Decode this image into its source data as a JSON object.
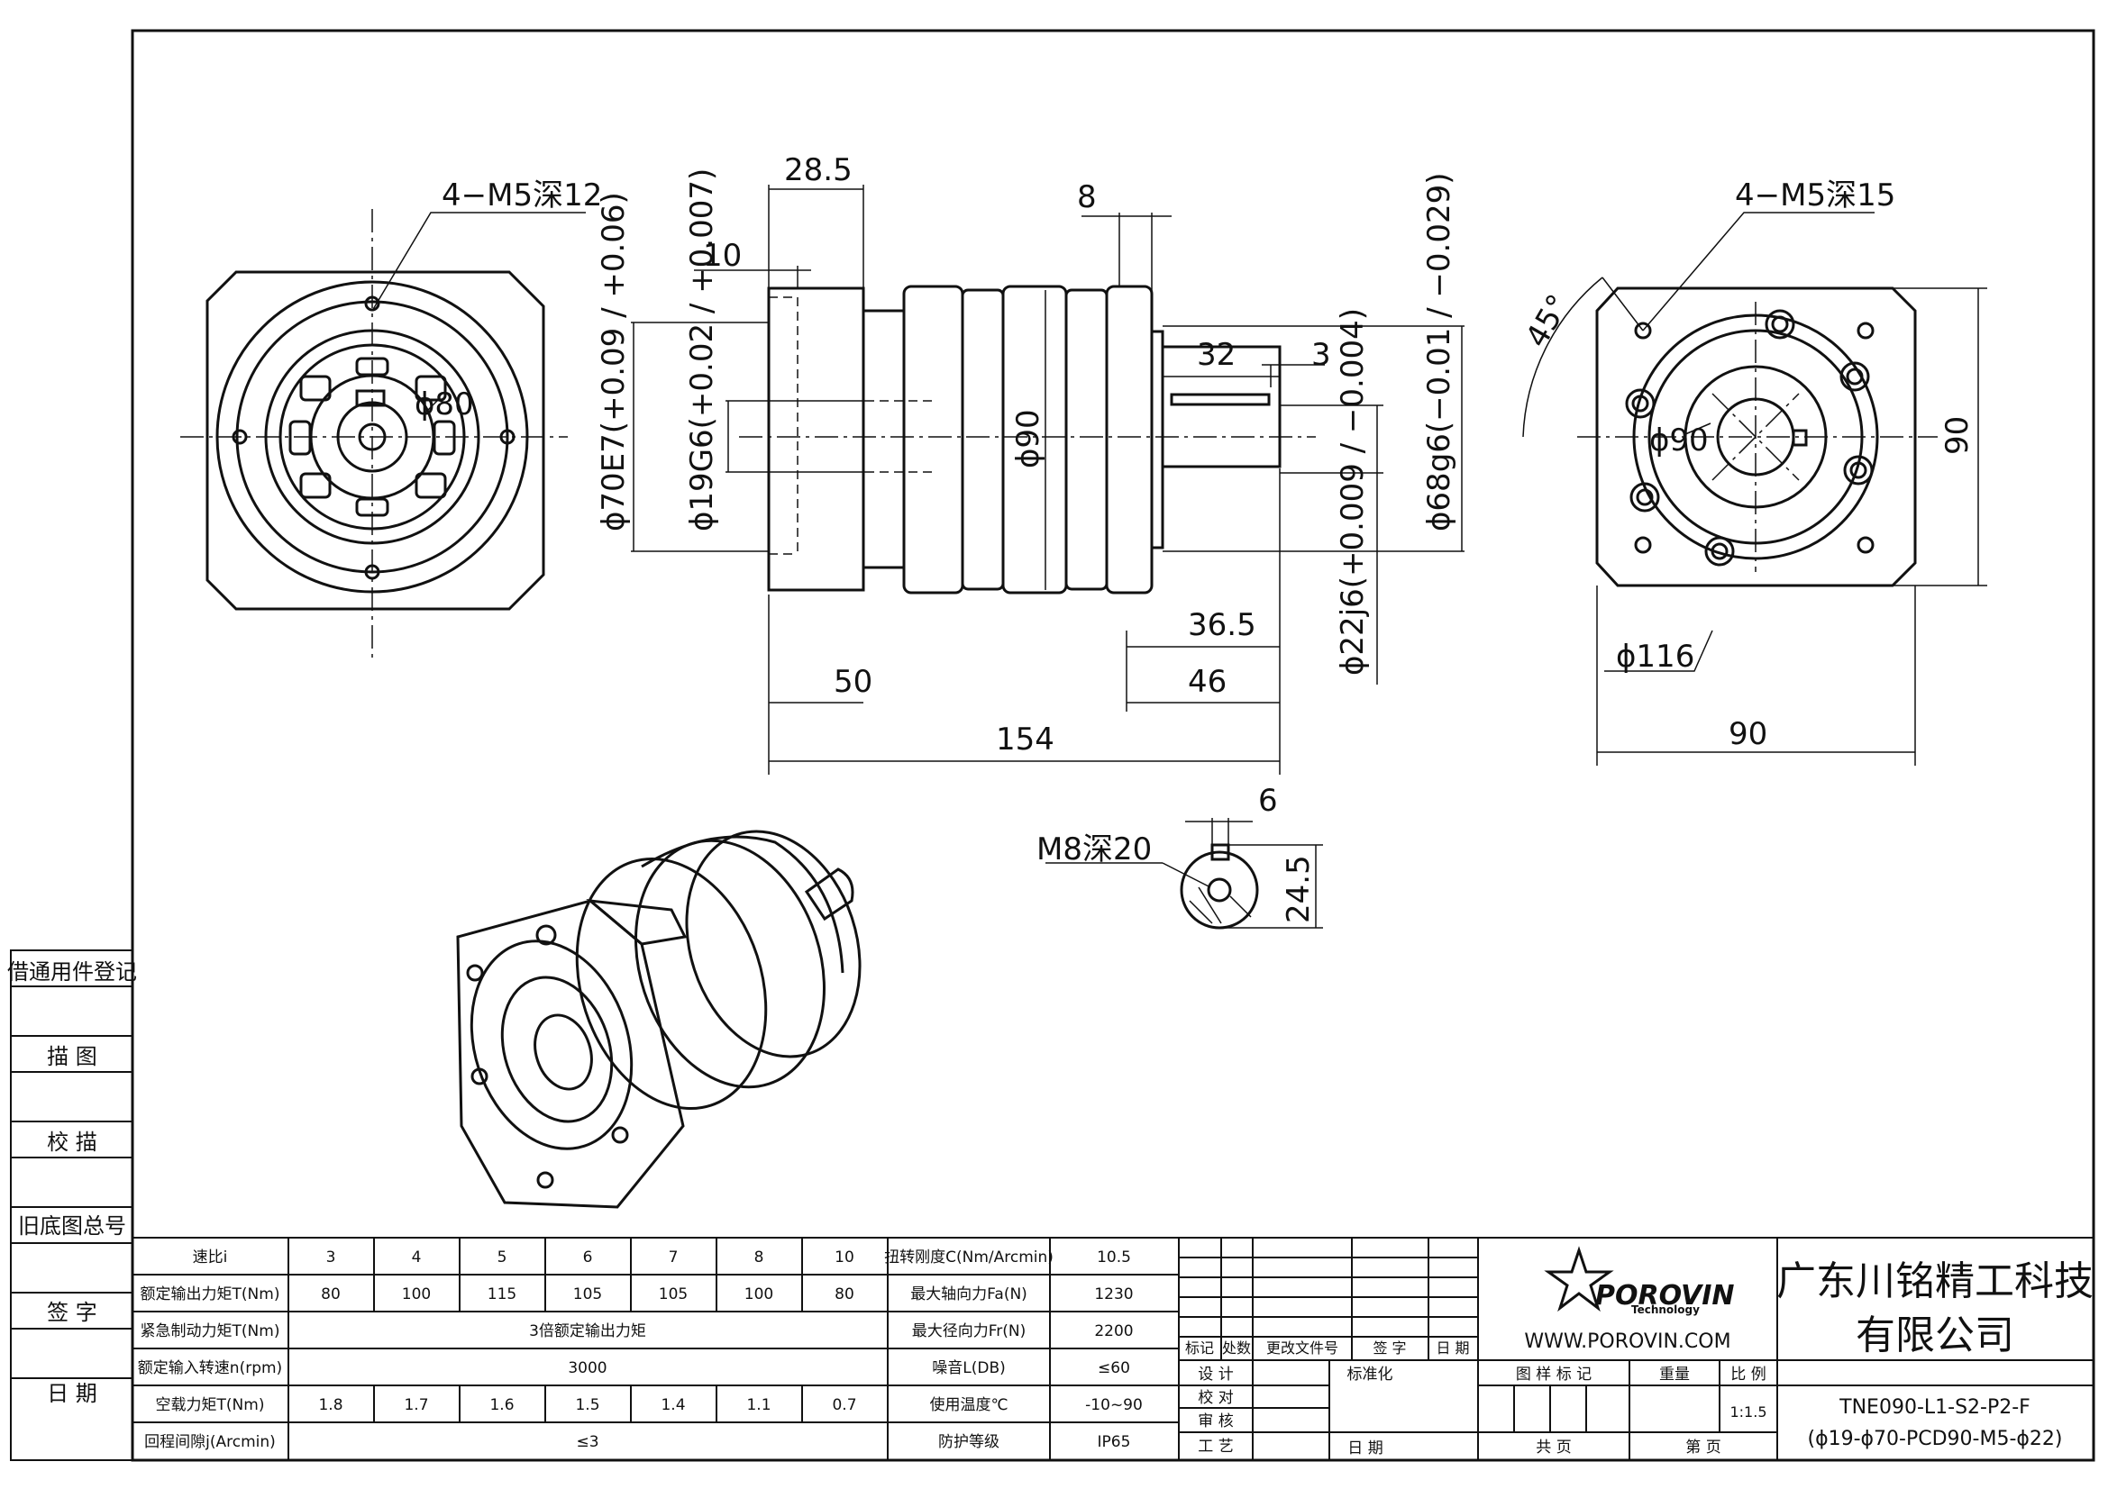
{
  "dims": {
    "top_left_label": "4−M5深12",
    "pcd_front": "ϕ80",
    "len_28_5": "28.5",
    "len_10": "10",
    "len_8": "8",
    "len_32": "32",
    "len_3": "3",
    "len_36_5": "36.5",
    "len_50": "50",
    "len_46": "46",
    "len_154": "154",
    "dia_70": "ϕ70E7(+0.09 / +0.06)",
    "dia_19": "ϕ19G6(+0.02 / +0.007)",
    "dia_90_body": "ϕ90",
    "dia_22": "ϕ22j6(+0.009 / −0.004)",
    "dia_68": "ϕ68g6(−0.01 / −0.029)",
    "top_right_label": "4−M5深15",
    "angle_45": "45°",
    "pcd_rear": "ϕ90",
    "square_90_v": "90",
    "square_90_h": "90",
    "dia_116": "ϕ116",
    "key_6": "6",
    "thread_m8": "M8深20",
    "key_24_5": "24.5"
  },
  "side_panel": [
    "借通用件登记",
    "描 图",
    "校 描",
    "旧底图总号",
    "签 字",
    "日 期"
  ],
  "spec_table": {
    "rows": [
      {
        "label": "速比i",
        "values": [
          "3",
          "4",
          "5",
          "6",
          "7",
          "8",
          "10"
        ]
      },
      {
        "label": "额定输出力矩T(Nm)",
        "values": [
          "80",
          "100",
          "115",
          "105",
          "105",
          "100",
          "80"
        ]
      },
      {
        "label": "紧急制动力矩T(Nm)",
        "merged": "3倍额定输出力矩"
      },
      {
        "label": "额定输入转速n(rpm)",
        "merged": "3000"
      },
      {
        "label": "空载力矩T(Nm)",
        "values": [
          "1.8",
          "1.7",
          "1.6",
          "1.5",
          "1.4",
          "1.1",
          "0.7"
        ]
      },
      {
        "label": "回程间隙j(Arcmin)",
        "merged": "≤3"
      }
    ],
    "extra": [
      {
        "label": "扭转刚度C(Nm/Arcmin)",
        "value": "10.5"
      },
      {
        "label": "最大轴向力Fa(N)",
        "value": "1230"
      },
      {
        "label": "最大径向力Fr(N)",
        "value": "2200"
      },
      {
        "label": "噪音L(DB)",
        "value": "≤60"
      },
      {
        "label": "使用温度℃",
        "value": "-10~90"
      },
      {
        "label": "防护等级",
        "value": "IP65"
      }
    ]
  },
  "revision_block": {
    "headers": [
      "标记",
      "处数",
      "更改文件号",
      "签 字",
      "日 期"
    ],
    "rows": [
      "设 计",
      "校 对",
      "审 核",
      "工 艺"
    ],
    "standardization": "标准化",
    "date": "日 期"
  },
  "title_block": {
    "logo_text": "POROVIN",
    "logo_sub": "Technology",
    "website": "WWW.POROVIN.COM",
    "company_line1": "广东川铭精工科技",
    "company_line2": "有限公司",
    "sample_headers": [
      "图 样 标 记",
      "重量",
      "比 例"
    ],
    "scale": "1:1.5",
    "sheet_total": "共  页",
    "sheet_no": "第  页",
    "model_line1": "TNE090-L1-S2-P2-F",
    "model_line2": "(ϕ19-ϕ70-PCD90-M5-ϕ22)"
  },
  "colors": {
    "line": "#111111",
    "paper": "#ffffff"
  }
}
